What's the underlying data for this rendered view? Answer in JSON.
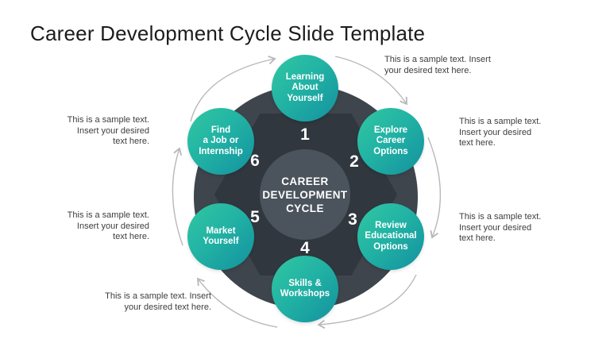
{
  "slide": {
    "title": "Career Development Cycle Slide Template"
  },
  "diagram": {
    "center_label": "CAREER\nDEVELOPMENT\nCYCLE",
    "steps": [
      {
        "number": "1",
        "label": "Learning\nAbout\nYourself"
      },
      {
        "number": "2",
        "label": "Explore\nCareer\nOptions"
      },
      {
        "number": "3",
        "label": "Review\nEducational\nOptions"
      },
      {
        "number": "4",
        "label": "Skills &\nWorkshops"
      },
      {
        "number": "5",
        "label": "Market\nYourself"
      },
      {
        "number": "6",
        "label": "Find\na Job or\nInternship"
      }
    ],
    "colors": {
      "step_gradient_start": "#31c7a2",
      "step_gradient_end": "#13919f",
      "outer_circle": "#3e454d",
      "hexagon": "#30373e",
      "center_circle": "#4b545d",
      "arrow": "#b8b8b8",
      "label_text": "#ffffff",
      "note_text": "#3d3d3d"
    }
  },
  "annotations": [
    {
      "position": "top-right",
      "text": "This is a sample text. Insert\nyour desired text here."
    },
    {
      "position": "right-top",
      "text": "This is a sample text.\nInsert your desired\ntext here."
    },
    {
      "position": "right-bottom",
      "text": "This is a sample text.\nInsert your desired\ntext here."
    },
    {
      "position": "left-top",
      "text": "This is a sample text.\nInsert your desired\ntext here."
    },
    {
      "position": "left-bottom",
      "text": "This is a sample text.\nInsert your desired\ntext here."
    },
    {
      "position": "bottom-left",
      "text": "This is a sample text. Insert\nyour desired text here."
    }
  ]
}
